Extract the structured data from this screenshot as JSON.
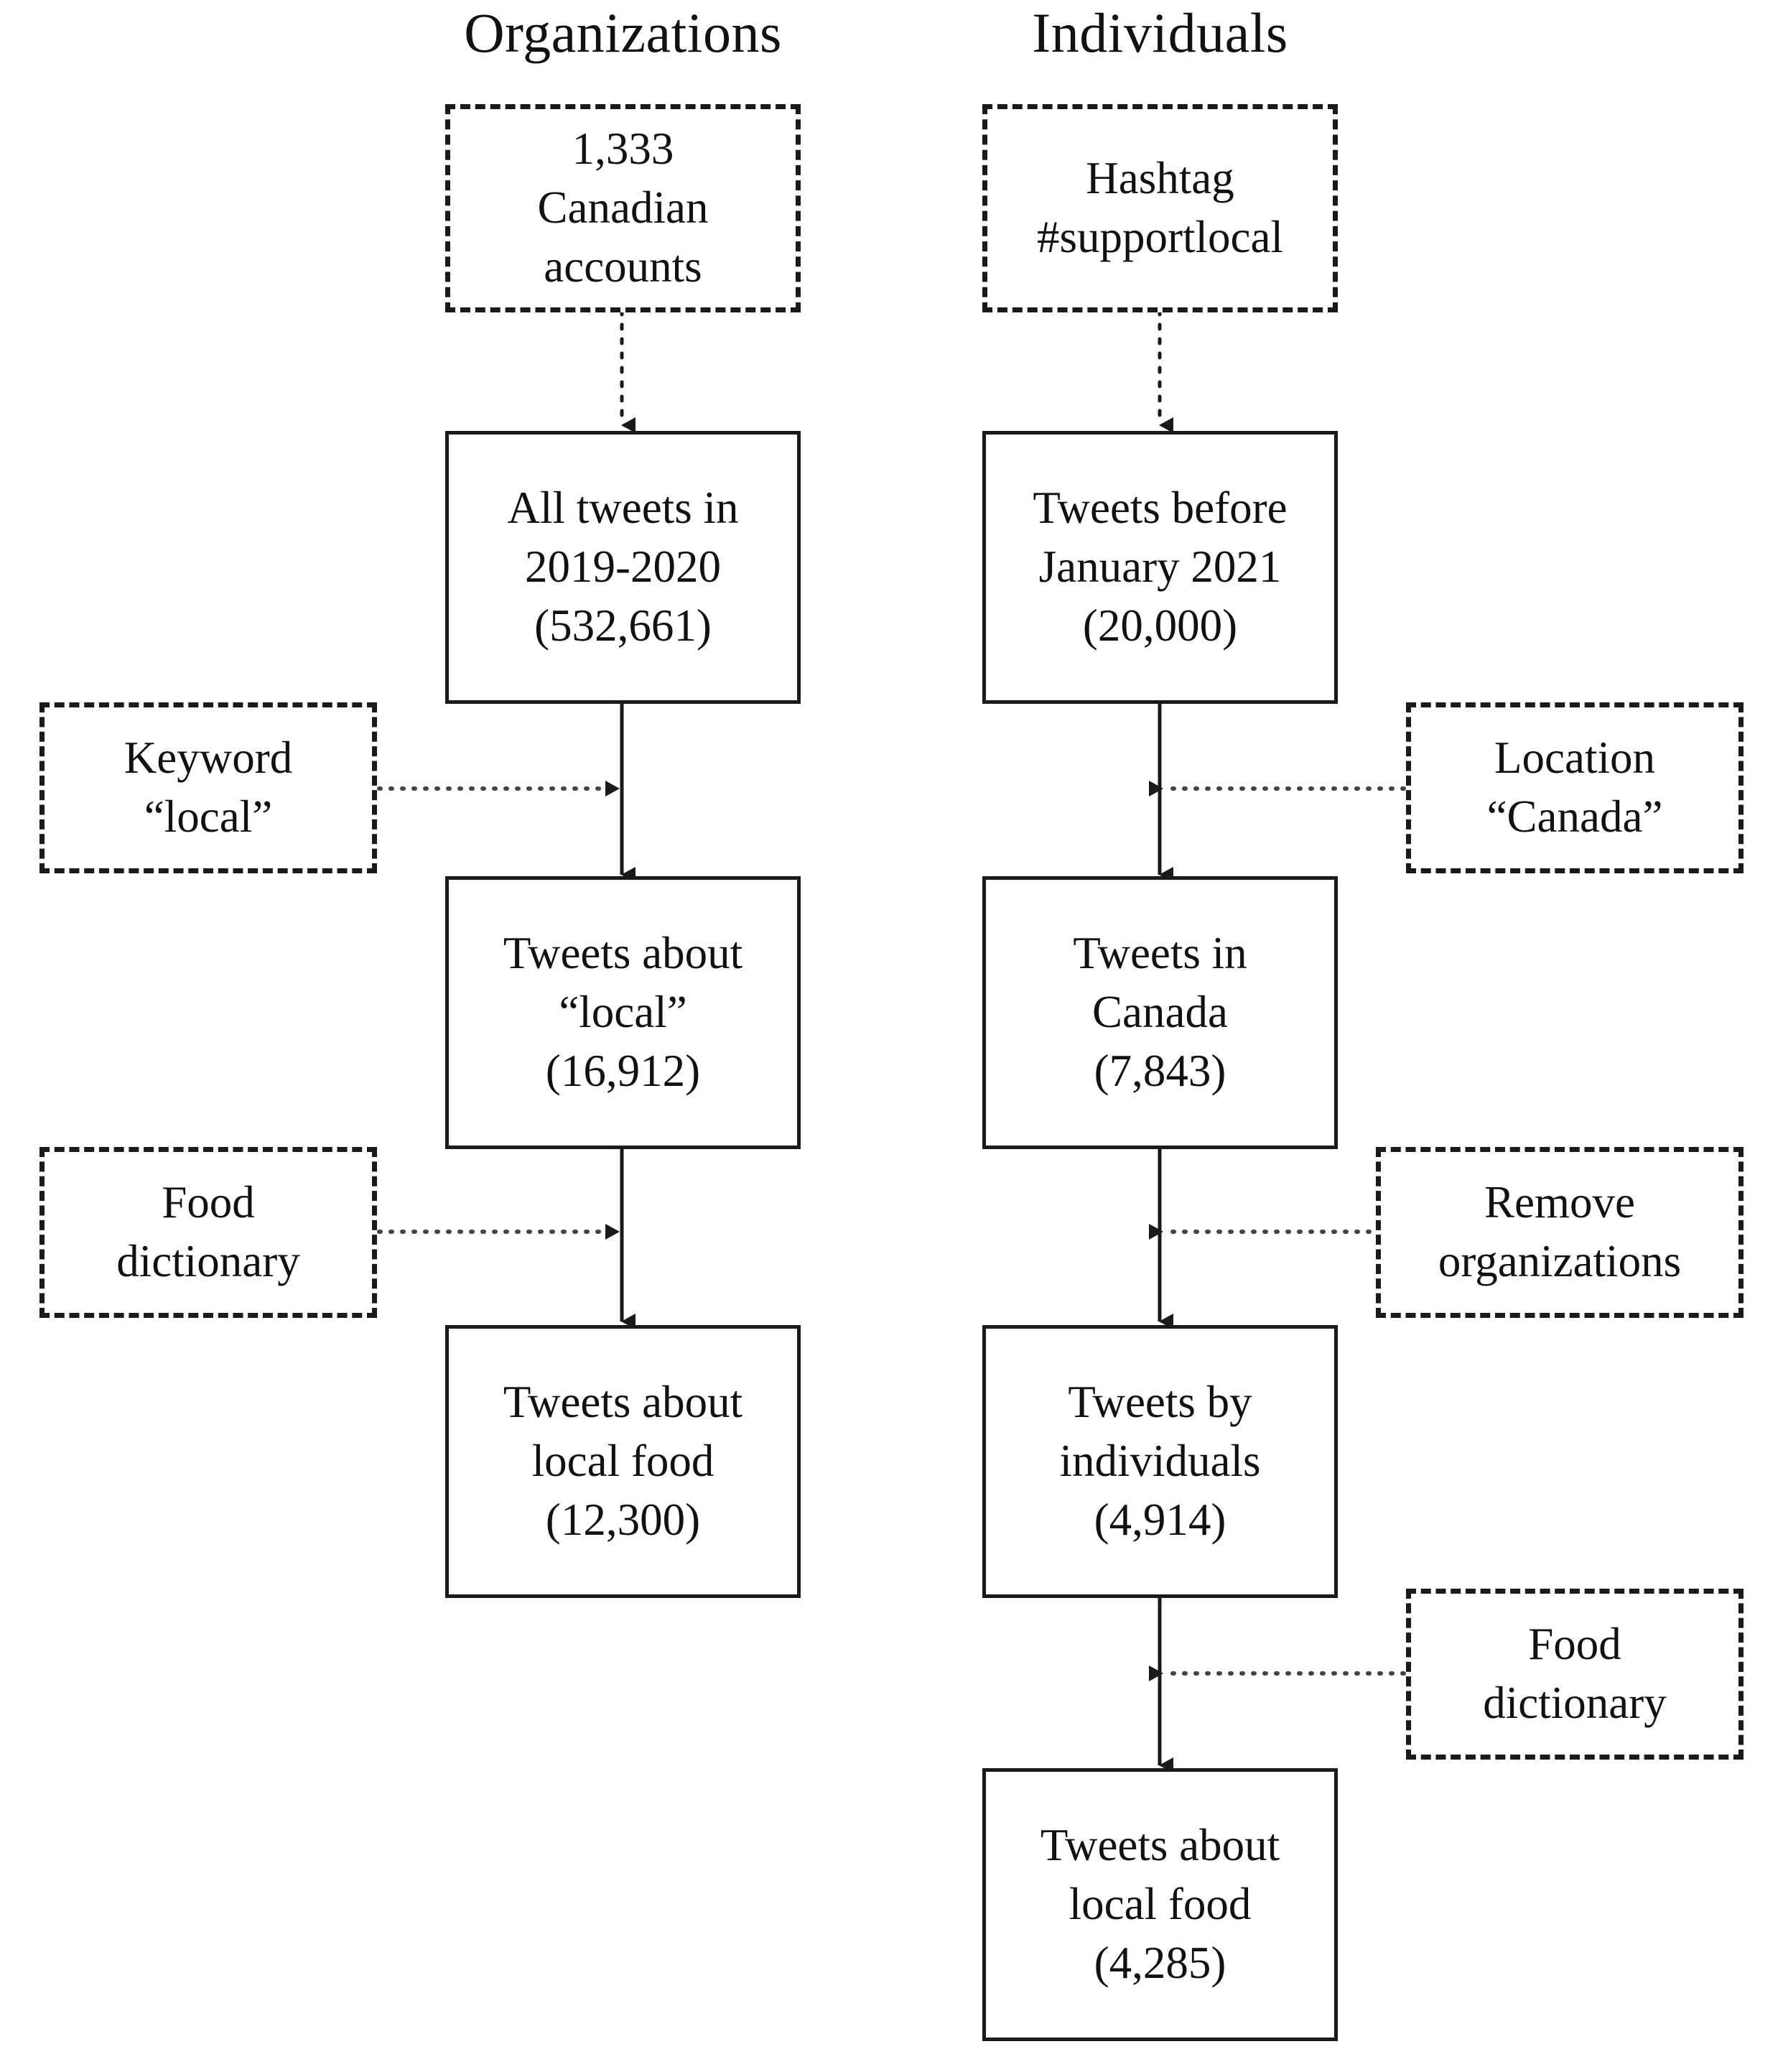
{
  "figure": {
    "type": "flowchart",
    "description": "Two-column tweet data filtering pipeline",
    "colors": {
      "stroke": "#1a1a1a",
      "text": "#111111",
      "background": "#ffffff",
      "connector": "#333333"
    }
  },
  "columns": [
    {
      "id": "organizations",
      "title": "Organizations"
    },
    {
      "id": "individuals",
      "title": "Individuals"
    }
  ],
  "nodes": [
    {
      "id": "org-source",
      "column": "organizations",
      "style": "dashed",
      "role": "source",
      "lines": [
        "1,333",
        "Canadian",
        "accounts"
      ]
    },
    {
      "id": "org-step1",
      "column": "organizations",
      "style": "solid",
      "role": "stage",
      "lines": [
        "All tweets in",
        "2019-2020",
        "(532,661)"
      ],
      "count": "532,661"
    },
    {
      "id": "org-step2",
      "column": "organizations",
      "style": "solid",
      "role": "stage",
      "lines": [
        "Tweets about",
        "“local”",
        "(16,912)"
      ],
      "count": "16,912"
    },
    {
      "id": "org-step3",
      "column": "organizations",
      "style": "solid",
      "role": "stage",
      "lines": [
        "Tweets about",
        "local food",
        "(12,300)"
      ],
      "count": "12,300"
    },
    {
      "id": "ind-source",
      "column": "individuals",
      "style": "dashed",
      "role": "source",
      "lines": [
        "Hashtag",
        "#supportlocal"
      ]
    },
    {
      "id": "ind-step1",
      "column": "individuals",
      "style": "solid",
      "role": "stage",
      "lines": [
        "Tweets before",
        "January 2021",
        "(20,000)"
      ],
      "count": "20,000"
    },
    {
      "id": "ind-step2",
      "column": "individuals",
      "style": "solid",
      "role": "stage",
      "lines": [
        "Tweets in",
        "Canada",
        "(7,843)"
      ],
      "count": "7,843"
    },
    {
      "id": "ind-step3",
      "column": "individuals",
      "style": "solid",
      "role": "stage",
      "lines": [
        "Tweets by",
        "individuals",
        "(4,914)"
      ],
      "count": "4,914"
    },
    {
      "id": "ind-step4",
      "column": "individuals",
      "style": "solid",
      "role": "stage",
      "lines": [
        "Tweets about",
        "local food",
        "(4,285)"
      ],
      "count": "4,285"
    }
  ],
  "filters": [
    {
      "id": "filter-keyword-local",
      "side": "left",
      "style": "dashed",
      "lines": [
        "Keyword",
        "“local”"
      ],
      "applies_to": "org-step2",
      "arrow": "right"
    },
    {
      "id": "filter-food-dictionary-org",
      "side": "left",
      "style": "dashed",
      "lines": [
        "Food",
        "dictionary"
      ],
      "applies_to": "org-step3",
      "arrow": "right"
    },
    {
      "id": "filter-location-canada",
      "side": "right",
      "style": "dashed",
      "lines": [
        "Location",
        "“Canada”"
      ],
      "applies_to": "ind-step2",
      "arrow": "left"
    },
    {
      "id": "filter-remove-organizations",
      "side": "right",
      "style": "dashed",
      "lines": [
        "Remove",
        "organizations"
      ],
      "applies_to": "ind-step3",
      "arrow": "left"
    },
    {
      "id": "filter-food-dictionary-ind",
      "side": "right",
      "style": "dashed",
      "lines": [
        "Food",
        "dictionary"
      ],
      "applies_to": "ind-step4",
      "arrow": "left"
    }
  ]
}
